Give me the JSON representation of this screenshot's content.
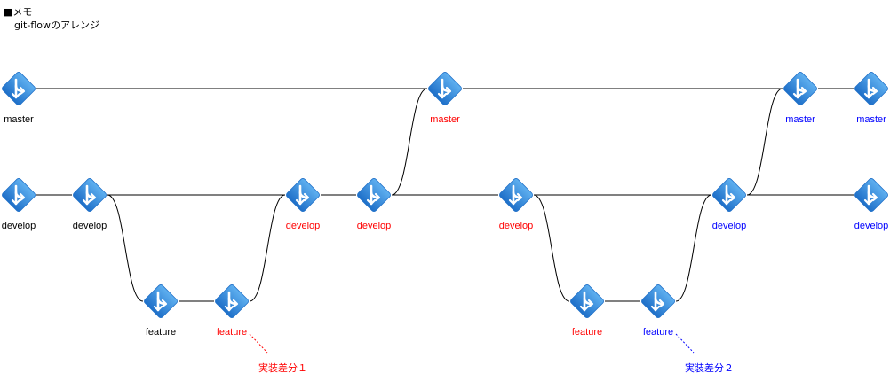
{
  "memo": {
    "line1": "■メモ",
    "line2": "git-flowのアレンジ"
  },
  "colors": {
    "black": "#000000",
    "red": "#ff0000",
    "blue": "#0000ff",
    "icon_light": "#5fb0f0",
    "icon_dark": "#1e6fc8"
  },
  "nodes": [
    {
      "id": "m1",
      "label": "master",
      "color": "black",
      "icon": "git-branch-icon"
    },
    {
      "id": "m2",
      "label": "master",
      "color": "red",
      "icon": "git-branch-icon"
    },
    {
      "id": "m3",
      "label": "master",
      "color": "blue",
      "icon": "git-branch-icon"
    },
    {
      "id": "m4",
      "label": "master",
      "color": "blue",
      "icon": "git-branch-icon"
    },
    {
      "id": "d1",
      "label": "develop",
      "color": "black",
      "icon": "git-branch-icon"
    },
    {
      "id": "d2",
      "label": "develop",
      "color": "black",
      "icon": "git-branch-icon"
    },
    {
      "id": "d3",
      "label": "develop",
      "color": "red",
      "icon": "git-branch-icon"
    },
    {
      "id": "d4",
      "label": "develop",
      "color": "red",
      "icon": "git-branch-icon"
    },
    {
      "id": "d5",
      "label": "develop",
      "color": "red",
      "icon": "git-branch-icon"
    },
    {
      "id": "d6",
      "label": "develop",
      "color": "blue",
      "icon": "git-branch-icon"
    },
    {
      "id": "d7",
      "label": "develop",
      "color": "blue",
      "icon": "git-branch-icon"
    },
    {
      "id": "f1",
      "label": "feature",
      "color": "black",
      "icon": "git-branch-icon"
    },
    {
      "id": "f2",
      "label": "feature",
      "color": "red",
      "icon": "git-branch-icon"
    },
    {
      "id": "f3",
      "label": "feature",
      "color": "red",
      "icon": "git-branch-icon"
    },
    {
      "id": "f4",
      "label": "feature",
      "color": "blue",
      "icon": "git-branch-icon"
    }
  ],
  "edges": [
    [
      "m1",
      "m2"
    ],
    [
      "m2",
      "m3"
    ],
    [
      "m3",
      "m4"
    ],
    [
      "d1",
      "d2"
    ],
    [
      "d2",
      "d3"
    ],
    [
      "d3",
      "d4"
    ],
    [
      "d4",
      "d5"
    ],
    [
      "d5",
      "d6"
    ],
    [
      "d6",
      "d7"
    ],
    [
      "d2",
      "f1"
    ],
    [
      "f1",
      "f2"
    ],
    [
      "f2",
      "d3"
    ],
    [
      "d4",
      "m2"
    ],
    [
      "d5",
      "f3"
    ],
    [
      "f3",
      "f4"
    ],
    [
      "f4",
      "d6"
    ],
    [
      "d6",
      "m3"
    ]
  ],
  "annotations": [
    {
      "id": "a1",
      "text": "実装差分１",
      "color": "red",
      "target": "f2"
    },
    {
      "id": "a2",
      "text": "実装差分２",
      "color": "blue",
      "target": "f4"
    }
  ]
}
